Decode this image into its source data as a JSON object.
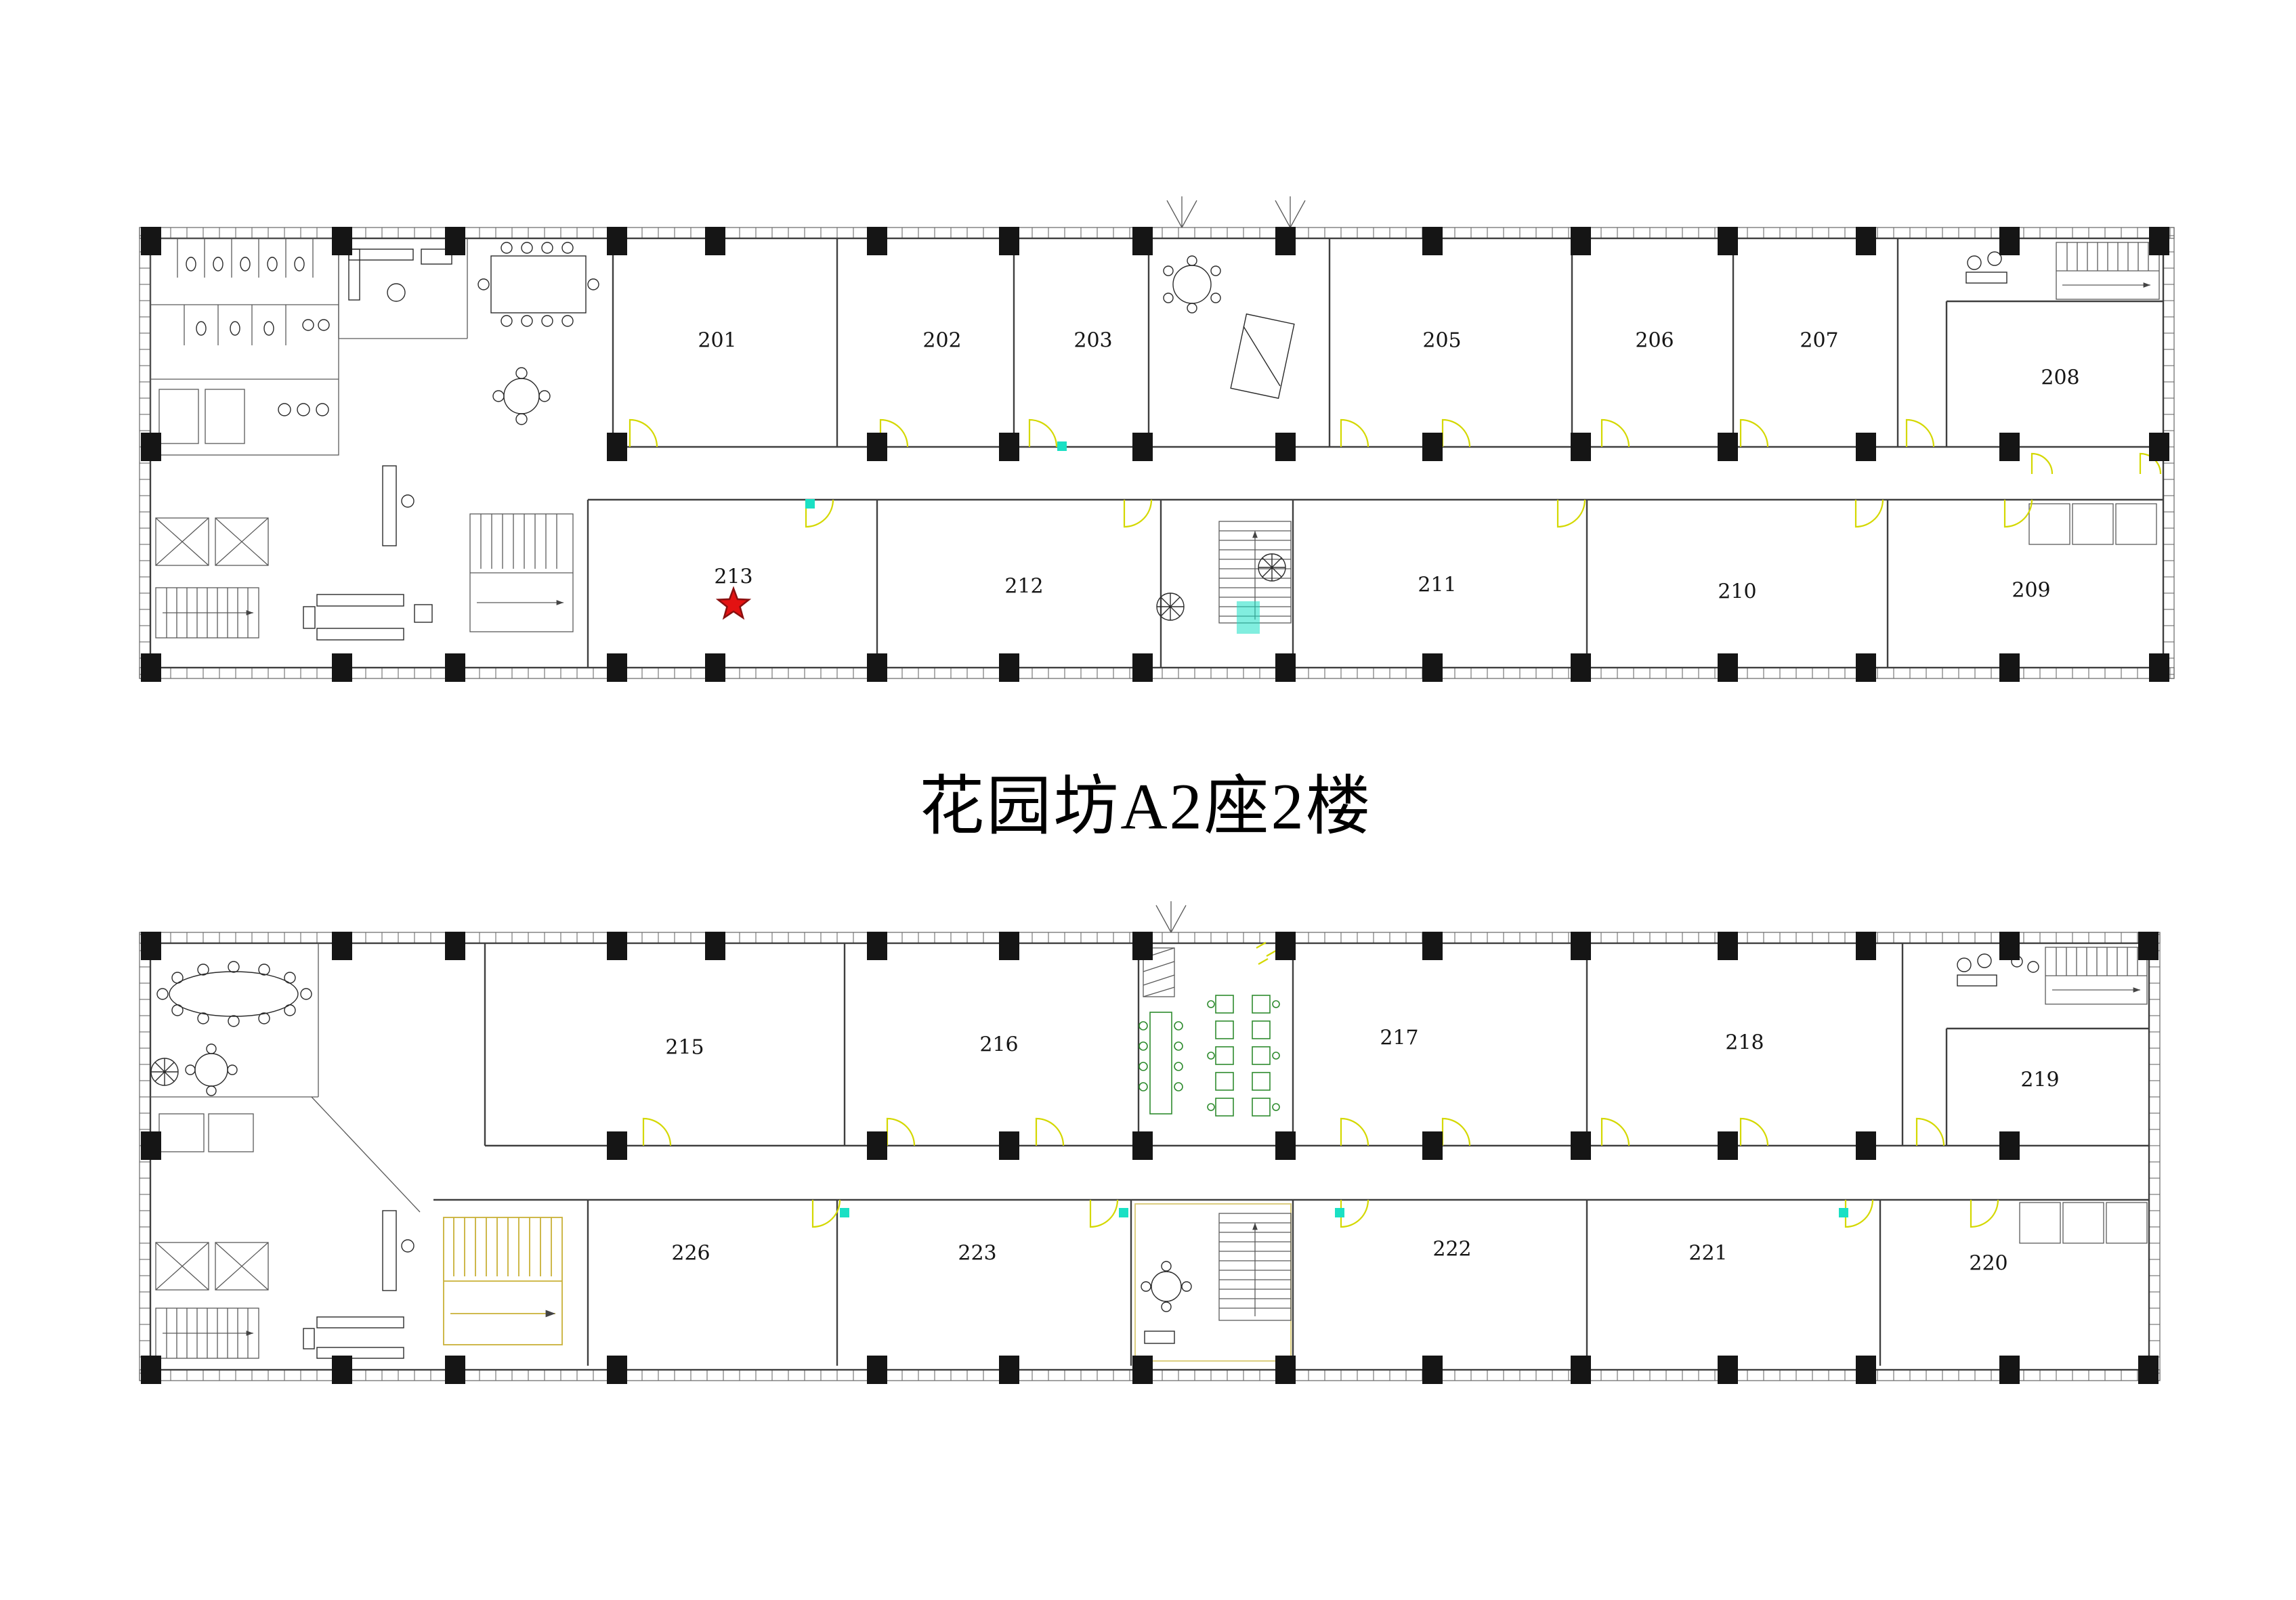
{
  "title": "花园坊A2座2楼",
  "plan_upper": {
    "name": "upper strip of floor 2",
    "rooms_north": [
      "201",
      "202",
      "203",
      "205",
      "206",
      "207",
      "208"
    ],
    "rooms_south": [
      "213",
      "212",
      "211",
      "210",
      "209"
    ],
    "highlight": {
      "room": "213",
      "marker": "red-star",
      "color": "#e31212"
    }
  },
  "plan_lower": {
    "name": "lower strip of floor 2",
    "rooms_north": [
      "215",
      "216",
      "217",
      "218",
      "219"
    ],
    "rooms_south": [
      "226",
      "223",
      "222",
      "221",
      "220"
    ]
  },
  "colors": {
    "wall": "#3f3f3f",
    "column": "#151515",
    "door_arc": "#d4d800",
    "marker_cyan": "#1ae0c4",
    "star_fill": "#e31212",
    "stair_accent": "#c9b037",
    "table_green": "#2e8b2e"
  }
}
